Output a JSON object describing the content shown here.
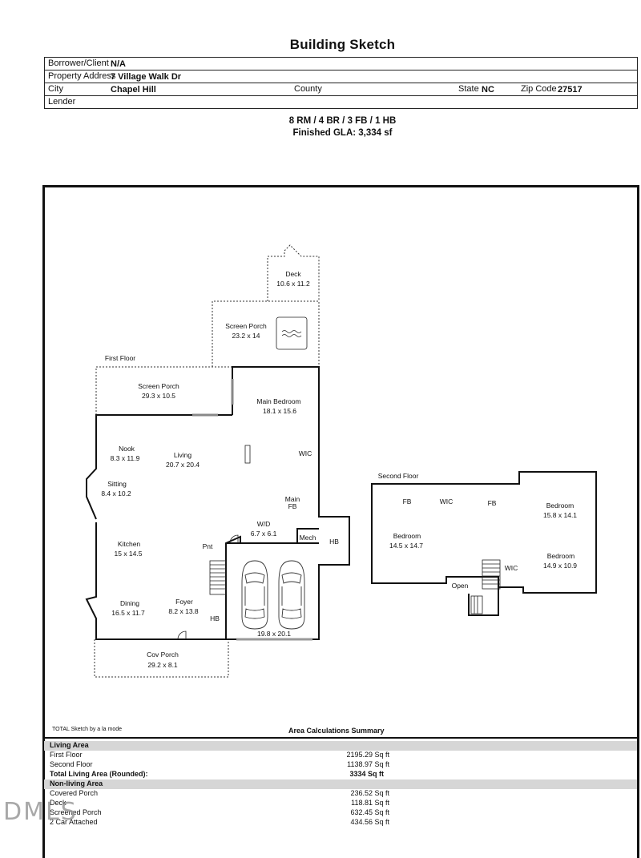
{
  "title": "Building Sketch",
  "header": {
    "borrower_label": "Borrower/Client",
    "borrower_value": "N/A",
    "address_label": "Property Address",
    "address_value": "7 Village Walk Dr",
    "city_label": "City",
    "city_value": "Chapel Hill",
    "county_label": "County",
    "county_value": "",
    "state_label": "State",
    "state_value": "NC",
    "zip_label": "Zip Code",
    "zip_value": "27517",
    "lender_label": "Lender",
    "lender_value": ""
  },
  "summary": {
    "rooms": "8 RM / 4 BR / 3 FB / 1 HB",
    "gla": "Finished GLA: 3,334 sf"
  },
  "sketch": {
    "first_floor_title": "First Floor",
    "second_floor_title": "Second Floor",
    "deck": {
      "name": "Deck",
      "dims": "10.6 x 11.2"
    },
    "screen_porch_upper": {
      "name": "Screen Porch",
      "dims": "23.2 x 14"
    },
    "screen_porch_lower": {
      "name": "Screen Porch",
      "dims": "29.3 x 10.5"
    },
    "main_bedroom": {
      "name": "Main Bedroom",
      "dims": "18.1 x 15.6"
    },
    "nook": {
      "name": "Nook",
      "dims": "8.3 x 11.9"
    },
    "living": {
      "name": "Living",
      "dims": "20.7 x 20.4"
    },
    "wic1": "WIC",
    "sitting": {
      "name": "Sitting",
      "dims": "8.4 x 10.2"
    },
    "main_fb": {
      "line1": "Main",
      "line2": "FB"
    },
    "wd": {
      "name": "W/D",
      "dims": "6.7 x 6.1"
    },
    "mech": "Mech",
    "hb1": "HB",
    "kitchen": {
      "name": "Kitchen",
      "dims": "15 x 14.5"
    },
    "pnt": "Pnt",
    "dining": {
      "name": "Dining",
      "dims": "16.5 x 11.7"
    },
    "foyer": {
      "name": "Foyer",
      "dims": "8.2 x 13.8"
    },
    "hb2": "HB",
    "garage_dims": "19.8 x 20.1",
    "cov_porch": {
      "name": "Cov Porch",
      "dims": "29.2 x 8.1"
    },
    "fb_a": "FB",
    "wic2": "WIC",
    "fb_b": "FB",
    "bedroom_a": {
      "name": "Bedroom",
      "dims": "15.8 x 14.1"
    },
    "bedroom_b": {
      "name": "Bedroom",
      "dims": "14.5 x 14.7"
    },
    "bedroom_c": {
      "name": "Bedroom",
      "dims": "14.9 x 10.9"
    },
    "wic3": "WIC",
    "open": "Open"
  },
  "calc": {
    "credit": "TOTAL Sketch by a la mode",
    "heading": "Area Calculations Summary",
    "rows": [
      {
        "label": "Living Area",
        "value": "",
        "type": "section"
      },
      {
        "label": "First Floor",
        "value": "2195.29 Sq ft",
        "type": "normal"
      },
      {
        "label": "Second Floor",
        "value": "1138.97 Sq ft",
        "type": "normal"
      },
      {
        "label": "Total Living Area (Rounded):",
        "value": "3334 Sq ft",
        "type": "total"
      },
      {
        "label": "Non-living Area",
        "value": "",
        "type": "section"
      },
      {
        "label": "Covered Porch",
        "value": "236.52 Sq ft",
        "type": "normal"
      },
      {
        "label": "Deck",
        "value": "118.81 Sq ft",
        "type": "normal"
      },
      {
        "label": "Screened Porch",
        "value": "632.45 Sq ft",
        "type": "normal"
      },
      {
        "label": "2 Car Attached",
        "value": "434.56 Sq ft",
        "type": "normal"
      }
    ]
  },
  "watermark": "DMLS"
}
